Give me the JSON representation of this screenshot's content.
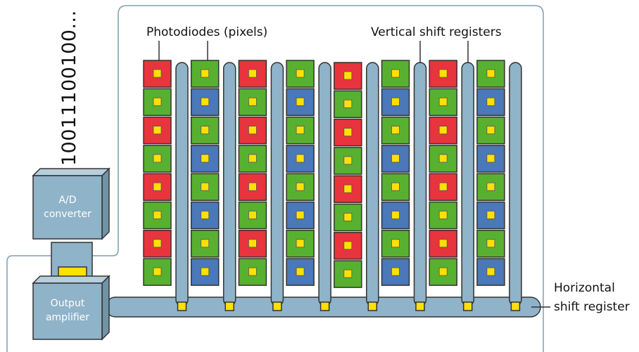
{
  "labels": {
    "photodiodes": "Photodiodes (pixels)",
    "vertical_shift_registers": "Vertical shift registers",
    "horizontal_shift_register_line1": "Horizontal",
    "horizontal_shift_register_line2": "shift register",
    "ad_converter_line1": "A/D",
    "ad_converter_line2": "converter",
    "output_amplifier_line1": "Output",
    "output_amplifier_line2": "amplifier",
    "bit_stream": "10011100100..."
  },
  "colors": {
    "red": "#e8343c",
    "green": "#58b030",
    "blue": "#4a78b8",
    "center": "#ffe000",
    "register": "#8fb3c8",
    "box": "#8fb3c8",
    "outline": "#7a9fb0"
  },
  "pixel_columns": [
    [
      "red",
      "green",
      "red",
      "green",
      "red",
      "green",
      "red",
      "green"
    ],
    [
      "green",
      "blue",
      "green",
      "blue",
      "green",
      "blue",
      "green",
      "blue"
    ],
    [
      "red",
      "green",
      "red",
      "green",
      "red",
      "green",
      "red",
      "green"
    ],
    [
      "green",
      "blue",
      "green",
      "blue",
      "green",
      "blue",
      "green",
      "blue"
    ],
    [
      "red",
      "green",
      "red",
      "green",
      "red",
      "green",
      "red",
      "green"
    ],
    [
      "green",
      "blue",
      "green",
      "blue",
      "green",
      "blue",
      "green",
      "blue"
    ],
    [
      "red",
      "green",
      "red",
      "green",
      "red",
      "green",
      "red",
      "green"
    ],
    [
      "green",
      "blue",
      "green",
      "blue",
      "green",
      "blue",
      "green",
      "blue"
    ]
  ]
}
